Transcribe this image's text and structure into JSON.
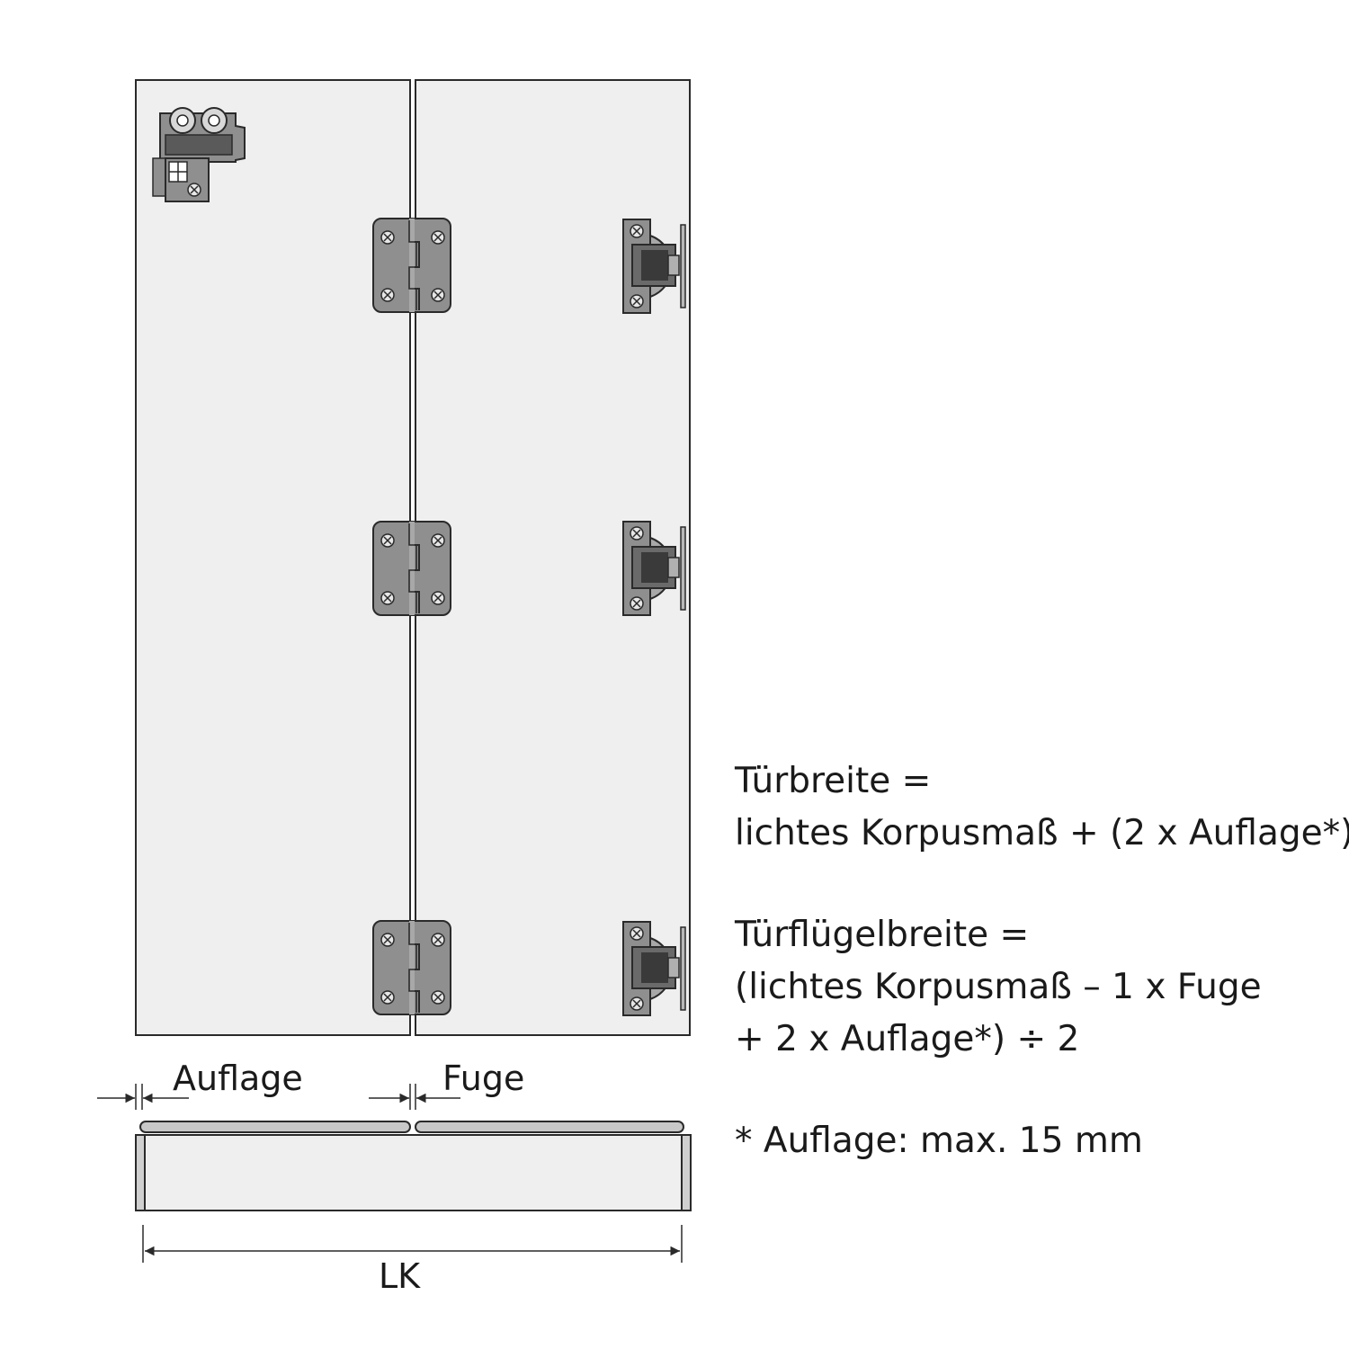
{
  "labels": {
    "auflage": "Auflage",
    "fuge": "Fuge",
    "lk": "LK"
  },
  "formulas": {
    "door_width_line1": "Türbreite =",
    "door_width_line2": "lichtes Korpusmaß + (2 x Auflage*)",
    "leaf_width_line1": "Türflügelbreite =",
    "leaf_width_line2": "(lichtes Korpusmaß – 1 x Fuge",
    "leaf_width_line3": "+ 2 x Auflage*) ÷ 2",
    "footnote": "*  Auflage: max. 15 mm"
  },
  "colors": {
    "panel_fill": "#efefef",
    "outline": "#2a2a2a",
    "hardware": "#8f8f8f",
    "hardware_dark": "#5a5a5a",
    "edge_fill": "#c8c8c8"
  }
}
